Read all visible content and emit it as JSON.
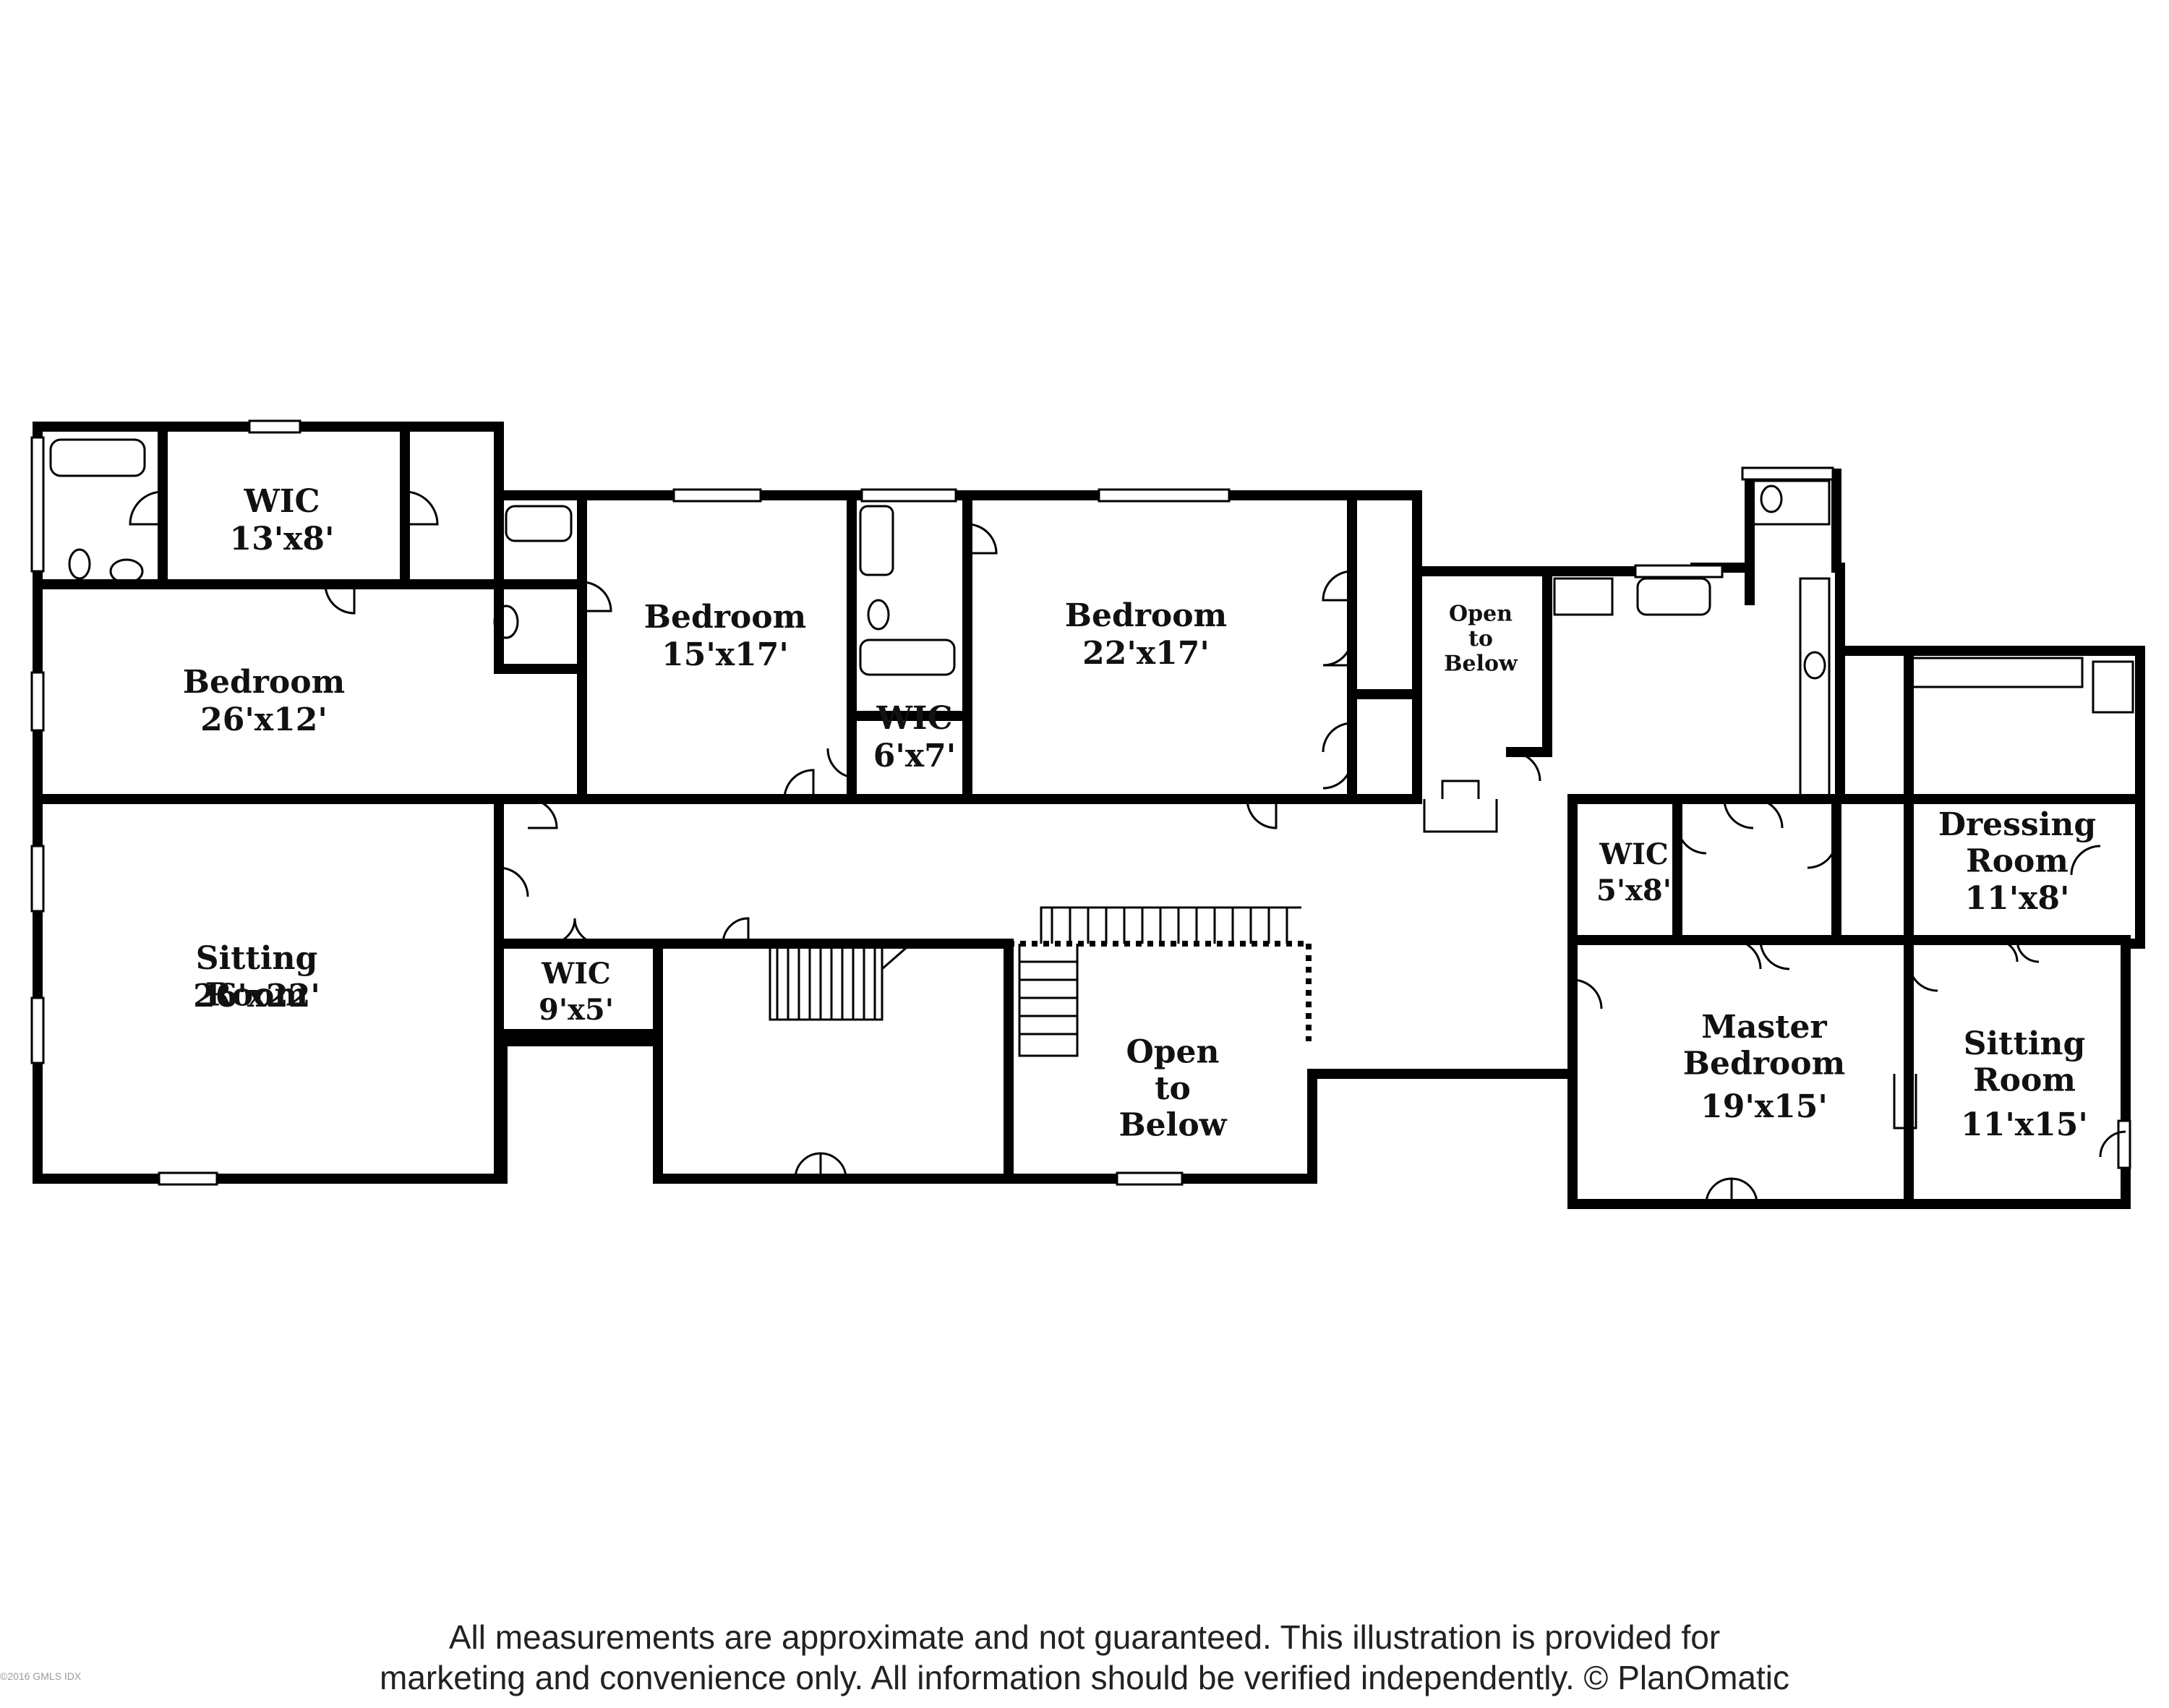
{
  "rooms": [
    {
      "name": "WIC",
      "size": "13'x8'"
    },
    {
      "name": "Bedroom",
      "size": "26'x12'"
    },
    {
      "name": "Bedroom",
      "size": "15'x17'"
    },
    {
      "name": "WIC",
      "size": "6'x7'"
    },
    {
      "name": "Bedroom",
      "size": "22'x17'"
    },
    {
      "name": "Open to Below",
      "size": ""
    },
    {
      "name": "Sitting Room",
      "size": "26'x22'"
    },
    {
      "name": "WIC",
      "size": "9'x5'"
    },
    {
      "name": "Open to Below",
      "size": ""
    },
    {
      "name": "WIC",
      "size": "5'x8'"
    },
    {
      "name": "Dressing Room",
      "size": "11'x8'"
    },
    {
      "name": "Master Bedroom",
      "size": "19'x15'"
    },
    {
      "name": "Sitting Room",
      "size": "11'x15'"
    }
  ],
  "disclaimer": {
    "line1": "All measurements are approximate and not guaranteed. This illustration is provided for",
    "line2": "marketing and convenience only. All information should be verified independently. © PlanOmatic"
  },
  "watermark": "©2016 GMLS IDX"
}
